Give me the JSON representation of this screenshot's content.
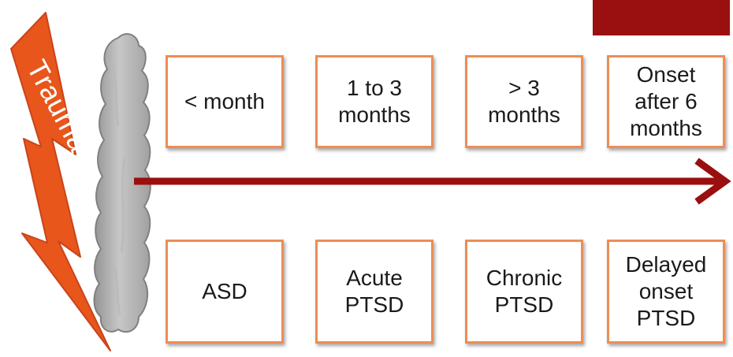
{
  "trauma": {
    "label": "Trauma",
    "bolt_color": "#e8561c",
    "bolt_outline": "#c9441a"
  },
  "cloud": {
    "icon": "fog-cloud-icon",
    "color": "#a8a8a8"
  },
  "timeline": {
    "arrow_color": "#9a0f0f"
  },
  "accent": {
    "tab_color": "#9a0f0f",
    "box_border": "#ee8d55"
  },
  "time_periods": [
    {
      "label": "< month"
    },
    {
      "label": "1 to 3\nmonths"
    },
    {
      "label": "> 3\nmonths"
    },
    {
      "label": "Onset\nafter 6\nmonths"
    }
  ],
  "diagnoses": [
    {
      "label": "ASD"
    },
    {
      "label": "Acute\nPTSD"
    },
    {
      "label": "Chronic\nPTSD"
    },
    {
      "label": "Delayed\nonset\nPTSD"
    }
  ]
}
